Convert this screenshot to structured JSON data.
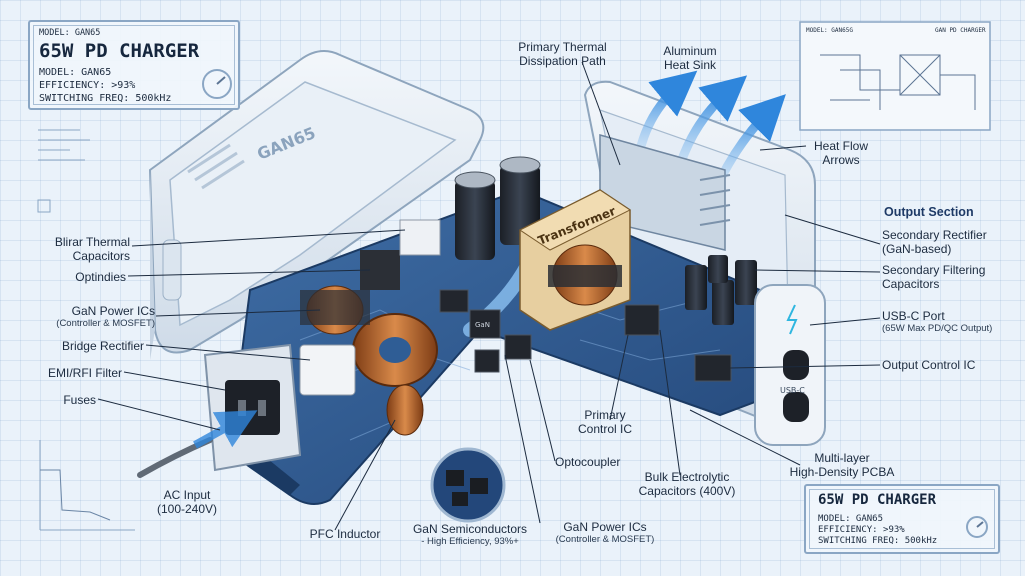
{
  "info_panel_top": {
    "model_small": "MODEL: GAN65",
    "title": "65W PD CHARGER",
    "model": "MODEL: GAN65",
    "efficiency": "EFFICIENCY: >93%",
    "switching_freq": "SWITCHING FREQ: 500kHz"
  },
  "info_panel_bottom": {
    "title": "65W PD CHARGER",
    "model": "MODEL: GAN65",
    "efficiency": "EFFICIENCY: >93%",
    "switching_freq": "SWITCHING FREQ: 500kHz"
  },
  "schematic": {
    "model_small": "MODEL: GAN65G",
    "title_small": "GAN PD CHARGER"
  },
  "housing": {
    "logo_text": "GAN65"
  },
  "components": {
    "transformer_text": "Transformer",
    "usb_port_text": "USB-C",
    "gan_chip_text": "GaN"
  },
  "labels": {
    "bipolar_thermal_caps_1": "Blirar Thermal",
    "bipolar_thermal_caps_2": "Capacitors",
    "optindies": "Optindies",
    "gan_power_ics_left": "GaN Power ICs",
    "gan_power_ics_left_sub": "(Controller & MOSFET)",
    "bridge_rectifier": "Bridge Rectifier",
    "emi_rfi_filter": "EMI/RFI Filter",
    "fuses": "Fuses",
    "ac_input_1": "AC Input",
    "ac_input_2": "(100-240V)",
    "pfc_inductor": "PFC Inductor",
    "gan_semiconductors_1": "GaN Semiconductors",
    "gan_semiconductors_2": "- High Efficiency, 93%+",
    "gan_power_ics_bottom": "GaN Power ICs",
    "gan_power_ics_bottom_sub": "(Controller & MOSFET)",
    "primary_thermal_1": "Primary Thermal",
    "primary_thermal_2": "Dissipation Path",
    "aluminum_heat_sink_1": "Aluminum",
    "aluminum_heat_sink_2": "Heat Sink",
    "heat_flow_arrows_1": "Heat Flow",
    "heat_flow_arrows_2": "Arrows",
    "output_section": "Output Section",
    "secondary_rectifier_1": "Secondary Rectifier",
    "secondary_rectifier_2": "(GaN-based)",
    "secondary_filtering_caps_1": "Secondary Filtering",
    "secondary_filtering_caps_2": "Capacitors",
    "usb_c_port": "USB-C Port",
    "usb_c_port_sub": "(65W Max PD/QC Output)",
    "output_control_ic": "Output Control IC",
    "primary_control_ic_1": "Primary",
    "primary_control_ic_2": "Control IC",
    "optocoupler": "Optocoupler",
    "bulk_caps_1": "Bulk Electrolytic",
    "bulk_caps_2": "Capacitors (400V)",
    "pcba_1": "Multi-layer",
    "pcba_2": "High-Density PCBA"
  },
  "colors": {
    "background": "#eaf2fa",
    "housing": "#dfe8f2",
    "pcb": "#2f5d95",
    "copper": "#b9652c",
    "heat_arrow": "#3d8fe0",
    "heat_arrow_hot": "#f06a3a",
    "transformer_body": "#e7cfa0"
  }
}
